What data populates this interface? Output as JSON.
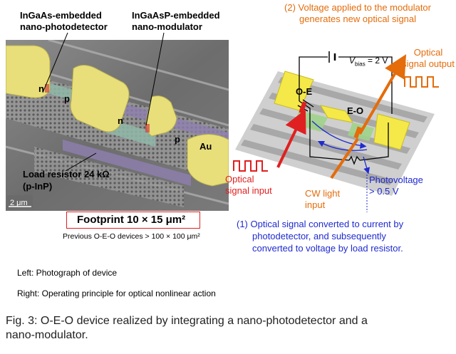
{
  "left_photo": {
    "label_photodetector_line1": "InGaAs-embedded",
    "label_photodetector_line2": "nano-photodetector",
    "label_modulator_line1": "InGaAsP-embedded",
    "label_modulator_line2": "nano-modulator",
    "label_n1": "n",
    "label_p1": "p",
    "label_n2": "n",
    "label_p2": "p",
    "label_au": "Au",
    "label_resistor_line1": "Load resistor 24 kΩ",
    "label_resistor_line2": "(p-InP)",
    "scale_bar": "2 μm",
    "footprint": "Footprint  10 × 15 μm²",
    "previous_devices": "Previous O-E-O devices  > 100 × 100 μm²"
  },
  "right_diagram": {
    "modulator_voltage_line1": "(2) Voltage applied to the modulator",
    "modulator_voltage_line2": "generates new optical signal",
    "vbias": "V",
    "vbias_sub": "bias",
    "vbias_value": " = 2 V",
    "oe_label": "O-E",
    "eo_label": "E-O",
    "optical_output_line1": "Optical",
    "optical_output_line2": "signal output",
    "optical_input_line1": "Optical",
    "optical_input_line2": "signal input",
    "cw_light_line1": "CW light",
    "cw_light_line2": "input",
    "photovoltage_line1": "Photovoltage",
    "photovoltage_line2": "> 0.5 V",
    "step1_line1": "(1) Optical signal converted to current by",
    "step1_line2": "photodetector, and subsequently",
    "step1_line3": "converted to voltage by load resistor."
  },
  "captions": {
    "left": "Left: Photograph of device",
    "right": "Right: Operating principle for optical nonlinear action",
    "fig_line1": "Fig. 3: O-E-O device realized by integrating a nano-photodetector and a",
    "fig_line2": "nano-modulator."
  },
  "colors": {
    "orange": "#e46c0a",
    "blue": "#1f2ad0",
    "red": "#e02020",
    "gold": "#e8df7a",
    "yellow_pad": "#f5e94a"
  }
}
